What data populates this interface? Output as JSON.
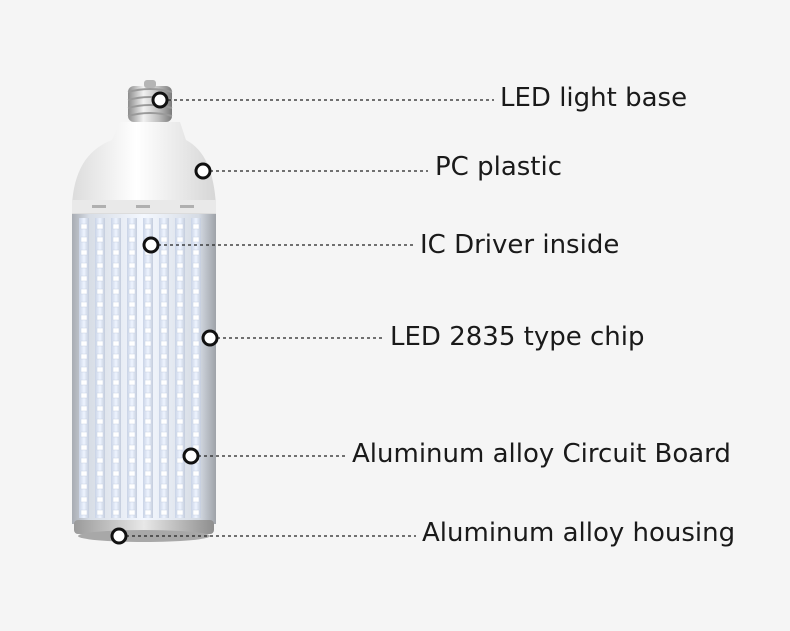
{
  "callouts": [
    {
      "id": "base",
      "text": "LED light base"
    },
    {
      "id": "pc",
      "text": "PC plastic"
    },
    {
      "id": "driver",
      "text": "IC Driver inside"
    },
    {
      "id": "chip",
      "text": "LED 2835 type chip"
    },
    {
      "id": "board",
      "text": "Aluminum alloy Circuit Board"
    },
    {
      "id": "housing",
      "text": "Aluminum alloy housing"
    }
  ],
  "colors": {
    "background": "#f5f5f5",
    "text": "#1a1a1a",
    "leader": "#222222",
    "led_glow": "#e6f0ff"
  }
}
